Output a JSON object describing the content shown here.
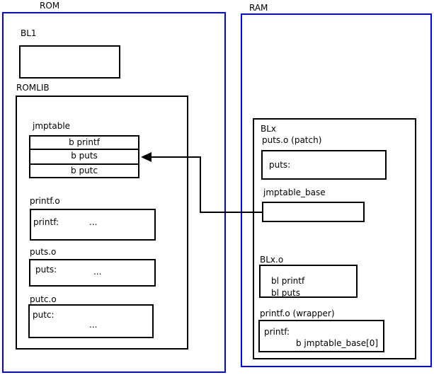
{
  "rom": {
    "title": "ROM",
    "bl1": {
      "label": "BL1"
    },
    "romlib": {
      "label": "ROMLIB",
      "jmptable": {
        "label": "jmptable",
        "entries": [
          "b printf",
          "b puts",
          "b putc"
        ]
      },
      "printf_o": {
        "label": "printf.o",
        "symbol": "printf:",
        "body": "..."
      },
      "puts_o": {
        "label": "puts.o",
        "symbol": "puts:",
        "body": "..."
      },
      "putc_o": {
        "label": "putc.o",
        "symbol": "putc:",
        "body": "..."
      }
    }
  },
  "ram": {
    "title": "RAM",
    "blx": {
      "label": "BLx",
      "puts_patch": {
        "label": "puts.o (patch)",
        "symbol": "puts:"
      },
      "jmptable_base": {
        "label": "jmptable_base"
      },
      "blx_o": {
        "label": "BLx.o",
        "instructions": [
          "bl printf",
          "bl puts"
        ]
      },
      "printf_wrapper": {
        "label": "printf.o (wrapper)",
        "symbol": "printf:",
        "instruction": "b jmptable_base[0]"
      }
    }
  },
  "colors": {
    "region_border": "#0000ff",
    "box_border": "#000000",
    "background": "#ffffff"
  }
}
